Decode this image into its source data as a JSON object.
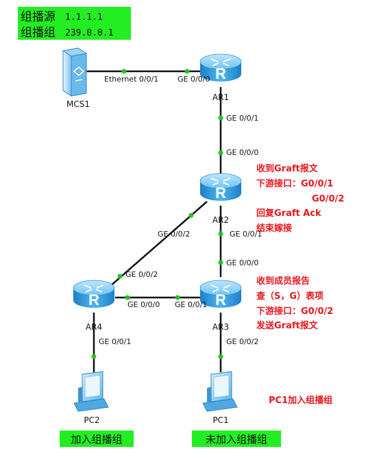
{
  "header": {
    "source_label": "组播源",
    "source_value": "1.1.1.1",
    "group_label": "组播组",
    "group_value": "239.0.0.1"
  },
  "devices": {
    "mcs1": "MCS1",
    "ar1": "AR1",
    "ar2": "AR2",
    "ar3": "AR3",
    "ar4": "AR4",
    "pc1": "PC1",
    "pc2": "PC2"
  },
  "ports": {
    "mcs1_eth": "Ethernet 0/0/1",
    "ar1_ge000": "GE 0/0/0",
    "ar1_ge001": "GE 0/0/1",
    "ar2_ge000": "GE 0/0/0",
    "ar2_ge001": "GE 0/0/1",
    "ar2_ge002": "GE 0/0/2",
    "ar4_ge002": "GE 0/0/2",
    "ar4_ge000": "GE 0/0/0",
    "ar4_ge001": "GE 0/0/1",
    "ar3_ge000": "GE 0/0/0",
    "ar3_ge001": "GE 0/0/1",
    "ar3_ge002": "GE 0/0/2"
  },
  "notes": {
    "ar2": [
      "收到Graft报文",
      "下游接口：G0/0/1",
      "G0/0/2",
      "回复Graft Ack",
      "结束嫁接"
    ],
    "ar3": [
      "收到成员报告",
      "查（S，G）表项",
      "下游接口：G0/0/2",
      "发送Graft报文"
    ],
    "pc1": "PC1加入组播组"
  },
  "tags": {
    "pc2": "加入组播组",
    "pc1": "未加入组播组"
  },
  "colors": {
    "highlight": "#22ee22",
    "annotation": "#e8171d",
    "router": "#3aa6e6",
    "link": "#111111",
    "link_dot": "#22c322"
  }
}
